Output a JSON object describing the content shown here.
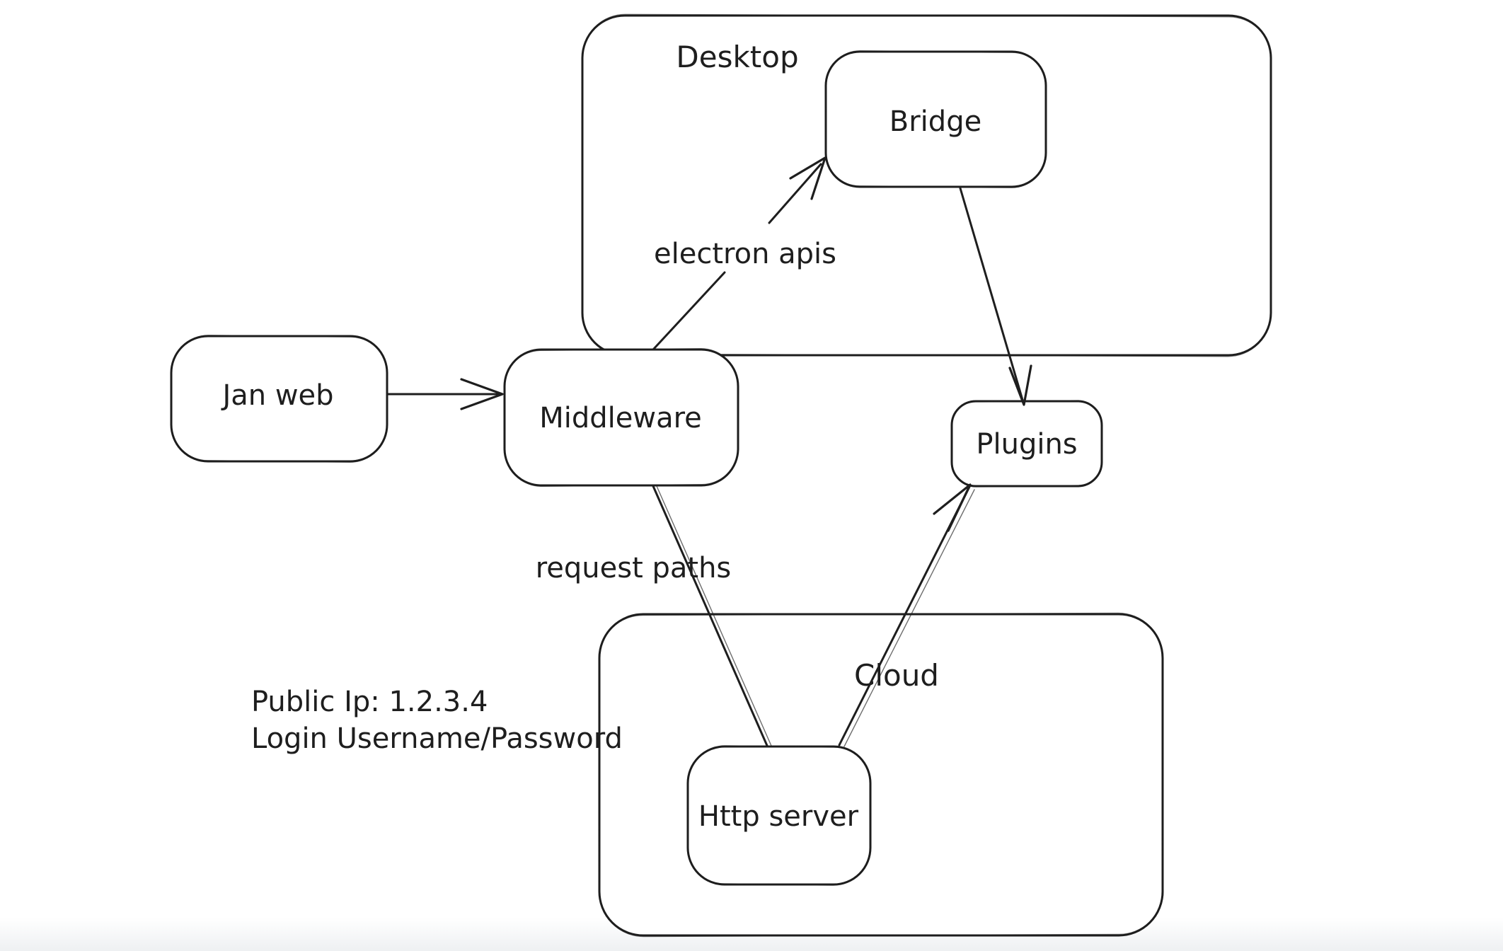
{
  "canvas": {
    "background": "#ffffff",
    "stroke_color": "#1e1e1e",
    "text_color": "#1e1e1e",
    "node_fill": "#ffffff"
  },
  "containers": {
    "desktop": {
      "label": "Desktop"
    },
    "cloud": {
      "label": "Cloud"
    }
  },
  "nodes": {
    "jan_web": {
      "label": "Jan web"
    },
    "middleware": {
      "label": "Middleware"
    },
    "bridge": {
      "label": "Bridge"
    },
    "plugins": {
      "label": "Plugins"
    },
    "http_server": {
      "label": "Http server"
    }
  },
  "edges": [
    {
      "from": "Jan web",
      "to": "Middleware",
      "label": ""
    },
    {
      "from": "Middleware",
      "to": "Bridge",
      "label": "electron apis"
    },
    {
      "from": "Bridge",
      "to": "Plugins",
      "label": ""
    },
    {
      "from": "Middleware",
      "to": "Http server",
      "label": "request paths"
    },
    {
      "from": "Http server",
      "to": "Plugins",
      "label": ""
    }
  ],
  "annotation": {
    "line1": "Public Ip: 1.2.3.4",
    "line2": "Login Username/Password"
  }
}
